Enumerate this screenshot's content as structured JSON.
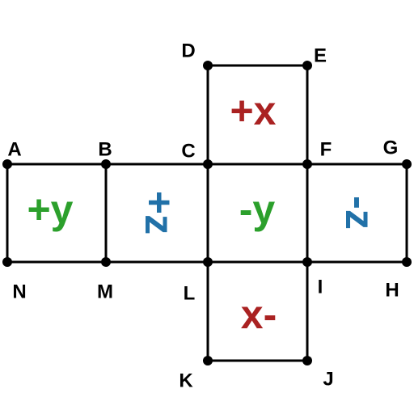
{
  "colors": {
    "line": "#000000",
    "green": "#2ca02c",
    "red": "#aa2222",
    "blue": "#2171a8"
  },
  "points": [
    {
      "id": "A",
      "label": "A"
    },
    {
      "id": "B",
      "label": "B"
    },
    {
      "id": "C",
      "label": "C"
    },
    {
      "id": "D",
      "label": "D"
    },
    {
      "id": "E",
      "label": "E"
    },
    {
      "id": "F",
      "label": "F"
    },
    {
      "id": "G",
      "label": "G"
    },
    {
      "id": "H",
      "label": "H"
    },
    {
      "id": "I",
      "label": "I"
    },
    {
      "id": "J",
      "label": "J"
    },
    {
      "id": "K",
      "label": "K"
    },
    {
      "id": "L",
      "label": "L"
    },
    {
      "id": "M",
      "label": "M"
    },
    {
      "id": "N",
      "label": "N"
    }
  ],
  "faces": [
    {
      "id": "plus-y",
      "label": "+y",
      "color": "#2ca02c"
    },
    {
      "id": "plus-z",
      "label": "+z",
      "color": "#2171a8"
    },
    {
      "id": "minus-y",
      "label": "-y",
      "color": "#2ca02c"
    },
    {
      "id": "minus-z",
      "label": "-z",
      "color": "#2171a8"
    },
    {
      "id": "plus-x",
      "label": "+x",
      "color": "#aa2222"
    },
    {
      "id": "minus-x",
      "label": "x-",
      "color": "#aa2222"
    }
  ]
}
